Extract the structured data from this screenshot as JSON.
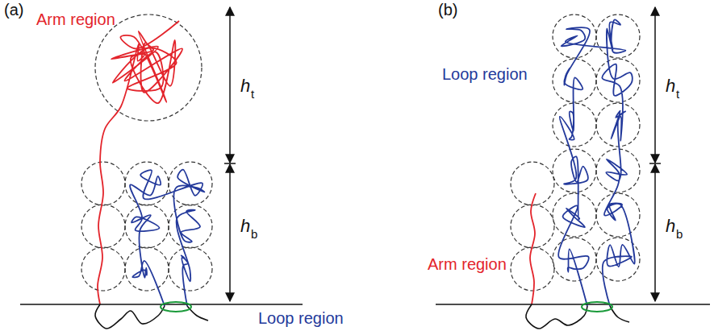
{
  "diagram": {
    "labels": [
      "(a)",
      "Arm region",
      "h",
      "t",
      "h",
      "b",
      "Loop region",
      "(b)",
      "Loop region",
      "h",
      "t",
      "h",
      "b",
      "Arm region"
    ]
  }
}
